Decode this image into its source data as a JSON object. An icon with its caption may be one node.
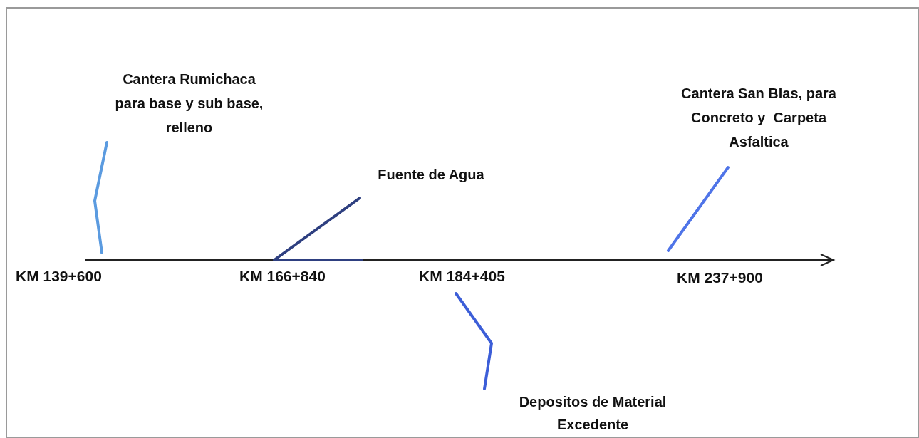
{
  "diagram": {
    "nodes": [
      {
        "text": [
          "Cantera Rumichaca para base y sub base, relleno"
        ]
      },
      {
        "text": [
          "Fuente de Agua"
        ]
      },
      {
        "text": [
          "Cantera San Blas, para Concreto y  Carpeta Asfaltica"
        ]
      },
      {
        "text": [
          "Depositos de Material Excedente"
        ]
      }
    ],
    "edges": [
      {
        "from": 0,
        "to": null,
        "arrow": "none",
        "color": "#5b9be0"
      },
      {
        "from": 1,
        "to": null,
        "arrow": "none",
        "color": "#2e3f80"
      },
      {
        "from": 2,
        "to": null,
        "arrow": "none",
        "color": "#4f74e8"
      },
      {
        "from": 3,
        "to": null,
        "arrow": "none",
        "color": "#3c5ed8"
      }
    ],
    "labels": [
      "KM 139+600",
      "KM 166+840",
      "KM 184+405",
      "KM 237+900"
    ]
  }
}
